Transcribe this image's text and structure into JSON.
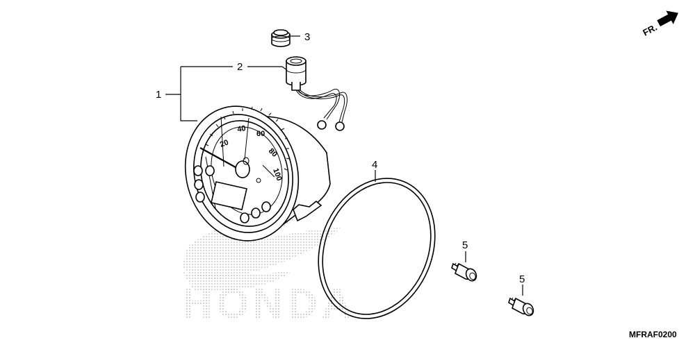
{
  "direction_marker": {
    "text": "FR.",
    "icon": "arrow-icon"
  },
  "callouts": [
    {
      "id": "1",
      "text": "1"
    },
    {
      "id": "2",
      "text": "2"
    },
    {
      "id": "3",
      "text": "3"
    },
    {
      "id": "4",
      "text": "4"
    },
    {
      "id": "5a",
      "text": "5"
    },
    {
      "id": "5b",
      "text": "5"
    }
  ],
  "dial_numbers": [
    "20",
    "40",
    "60",
    "80",
    "100"
  ],
  "watermark": {
    "text": "HONDA"
  },
  "diagram_code": "MFRAF0200"
}
